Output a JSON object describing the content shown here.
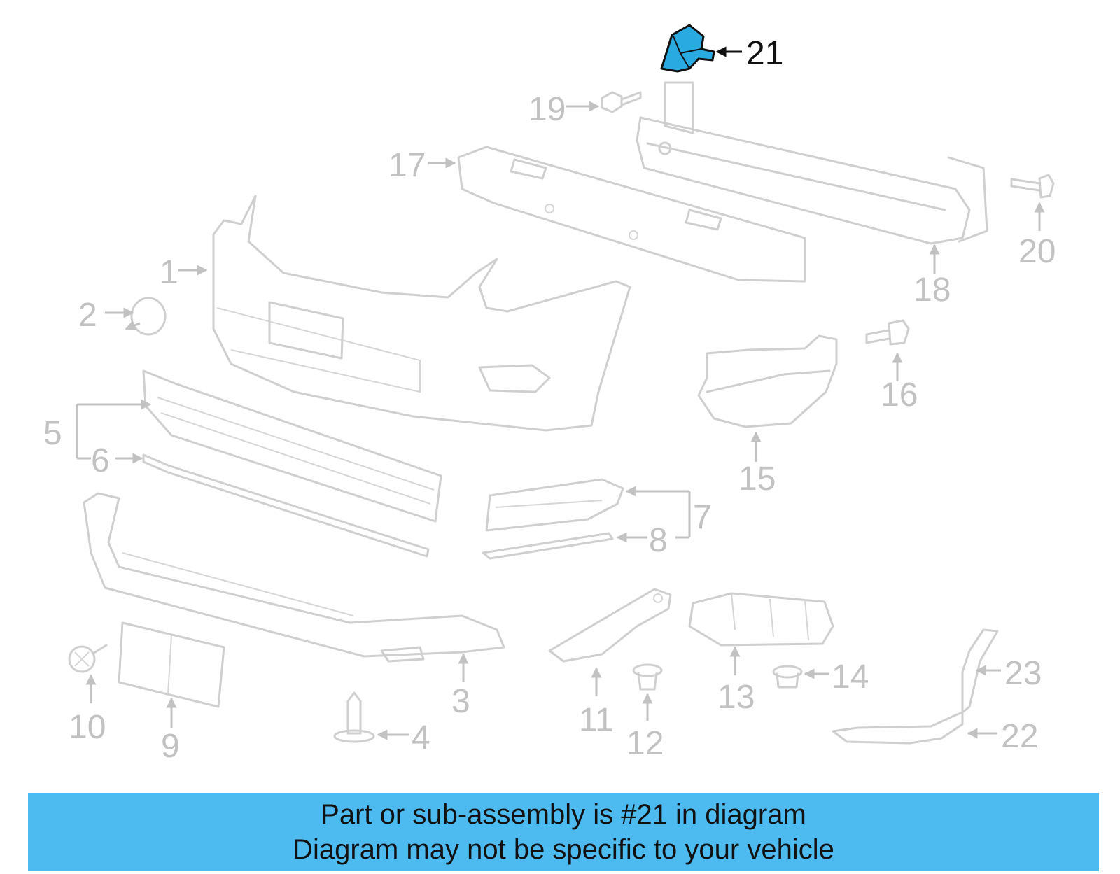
{
  "highlight_color": "#29abe2",
  "banner_color": "#4dbaf0",
  "callouts": {
    "c1": "1",
    "c2": "2",
    "c3": "3",
    "c4": "4",
    "c5": "5",
    "c6": "6",
    "c7": "7",
    "c8": "8",
    "c9": "9",
    "c10": "10",
    "c11": "11",
    "c12": "12",
    "c13": "13",
    "c14": "14",
    "c15": "15",
    "c16": "16",
    "c17": "17",
    "c18": "18",
    "c19": "19",
    "c20": "20",
    "c21": "21",
    "c22": "22",
    "c23": "23"
  },
  "highlighted_part": "21",
  "banner": {
    "line1": "Part or sub-assembly is #21 in diagram",
    "line2": "Diagram may not be specific to your vehicle"
  }
}
